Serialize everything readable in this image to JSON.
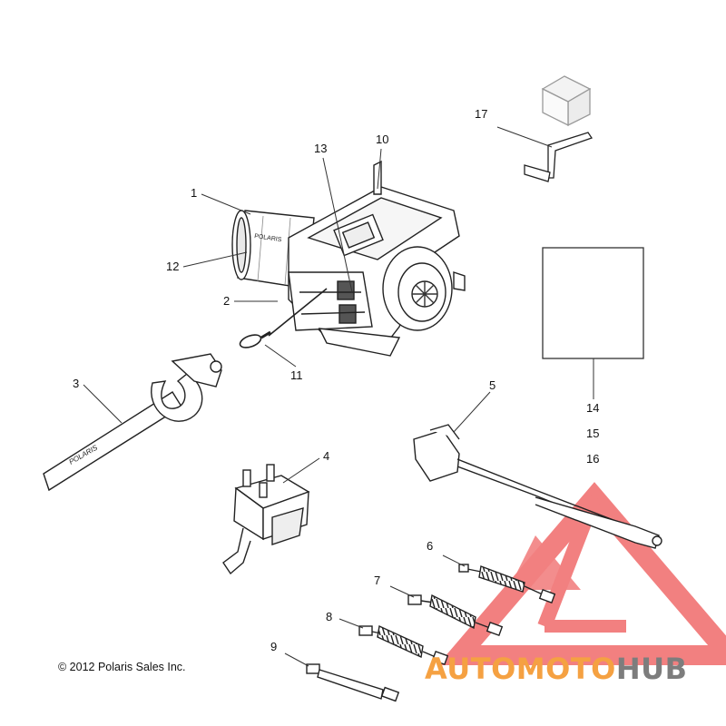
{
  "callouts": {
    "c1": "1",
    "c2": "2",
    "c3": "3",
    "c4": "4",
    "c5": "5",
    "c6": "6",
    "c7": "7",
    "c8": "8",
    "c9": "9",
    "c10": "10",
    "c11": "11",
    "c12": "12",
    "c13": "13",
    "c14": "14",
    "c15": "15",
    "c16": "16",
    "c17": "17"
  },
  "copyright": "© 2012 Polaris Sales Inc.",
  "brand_marks": {
    "winch_label": "POLARIS",
    "strap_label": "POLARIS"
  },
  "watermark": {
    "part1": "AUTO",
    "part2": "MOTO",
    "part3": "HUB",
    "color_orange": "#f5a142",
    "color_gray": "#7d7d7d",
    "color_red": "#f06a6a"
  }
}
